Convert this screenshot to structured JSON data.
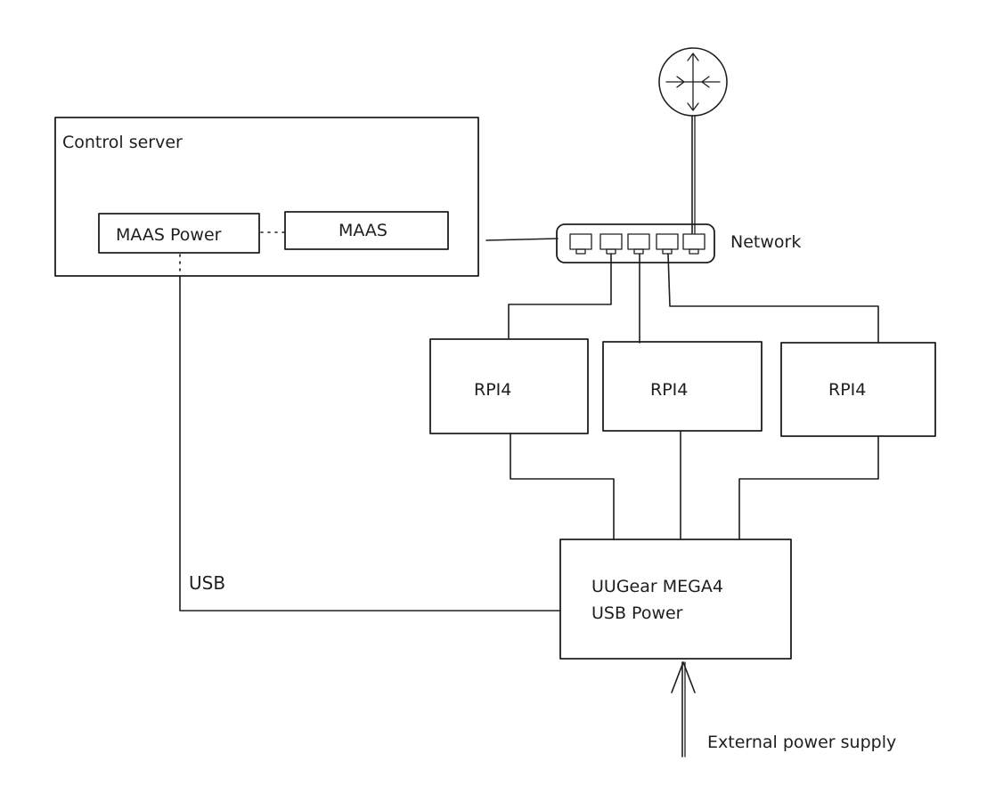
{
  "diagram": {
    "control_server": {
      "label": "Control server"
    },
    "maas_power": {
      "label": "MAAS Power"
    },
    "maas": {
      "label": "MAAS"
    },
    "network": {
      "label": "Network"
    },
    "rpi_left": {
      "label": "RPI4"
    },
    "rpi_middle": {
      "label": "RPI4"
    },
    "rpi_right": {
      "label": "RPI4"
    },
    "uugear": {
      "line1": "UUGear MEGA4",
      "line2": "USB Power"
    },
    "usb": {
      "label": "USB"
    },
    "external_power": {
      "label": "External power supply"
    }
  }
}
